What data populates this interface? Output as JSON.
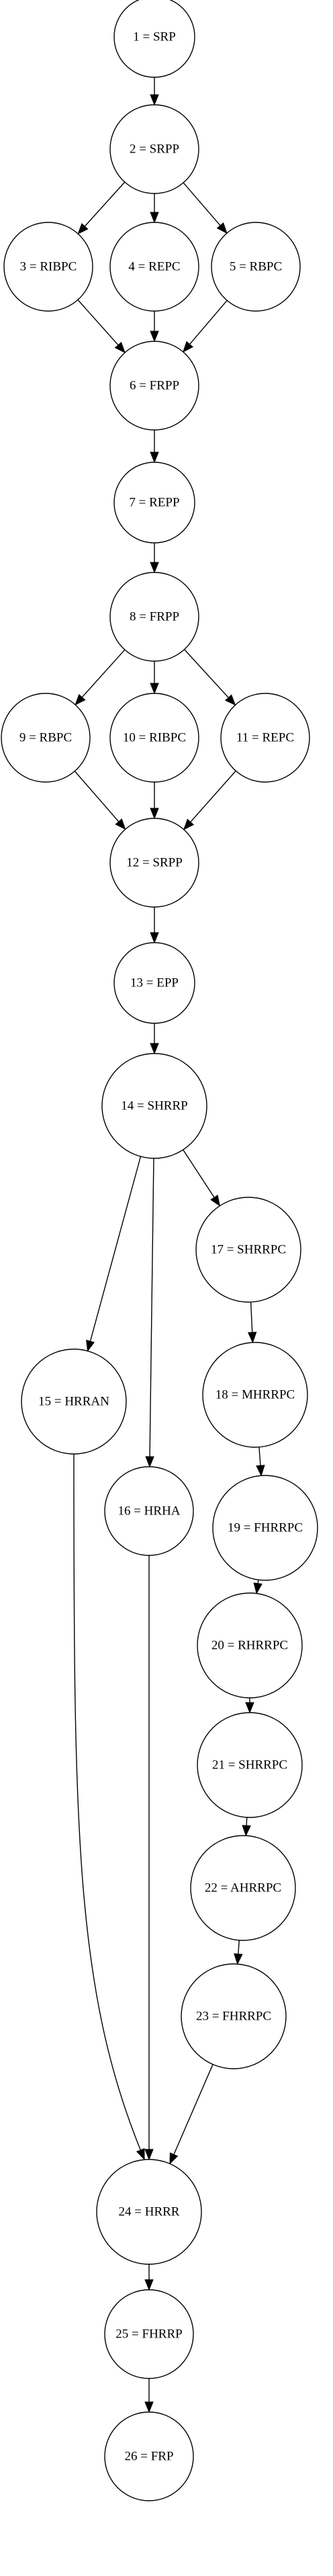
{
  "diagram": {
    "nodes": [
      {
        "id": "n1",
        "label": "1 = SRP"
      },
      {
        "id": "n2",
        "label": "2 = SRPP"
      },
      {
        "id": "n3",
        "label": "3 = RIBPC"
      },
      {
        "id": "n4",
        "label": "4 = REPC"
      },
      {
        "id": "n5",
        "label": "5 = RBPC"
      },
      {
        "id": "n6",
        "label": "6 = FRPP"
      },
      {
        "id": "n7",
        "label": "7 = REPP"
      },
      {
        "id": "n8",
        "label": "8 = FRPP"
      },
      {
        "id": "n9",
        "label": "9 = RBPC"
      },
      {
        "id": "n10",
        "label": "10 = RIBPC"
      },
      {
        "id": "n11",
        "label": "11 = REPC"
      },
      {
        "id": "n12",
        "label": "12 = SRPP"
      },
      {
        "id": "n13",
        "label": "13 = EPP"
      },
      {
        "id": "n14",
        "label": "14 = SHRRP"
      },
      {
        "id": "n15",
        "label": "15 = HRRAN"
      },
      {
        "id": "n16",
        "label": "16 = HRHA"
      },
      {
        "id": "n17",
        "label": "17 = SHRRPC"
      },
      {
        "id": "n18",
        "label": "18 = MHRRPC"
      },
      {
        "id": "n19",
        "label": "19 = FHRRPC"
      },
      {
        "id": "n20",
        "label": "20 = RHRRPC"
      },
      {
        "id": "n21",
        "label": "21 = SHRRPC"
      },
      {
        "id": "n22",
        "label": "22 = AHRRPC"
      },
      {
        "id": "n23",
        "label": "23 = FHRRPC"
      },
      {
        "id": "n24",
        "label": "24 = HRRR"
      },
      {
        "id": "n25",
        "label": "25 = FHRRP"
      },
      {
        "id": "n26",
        "label": "26 = FRP"
      }
    ],
    "edges": [
      {
        "from": "n1",
        "to": "n2"
      },
      {
        "from": "n2",
        "to": "n3"
      },
      {
        "from": "n2",
        "to": "n4"
      },
      {
        "from": "n2",
        "to": "n5"
      },
      {
        "from": "n3",
        "to": "n6"
      },
      {
        "from": "n4",
        "to": "n6"
      },
      {
        "from": "n5",
        "to": "n6"
      },
      {
        "from": "n6",
        "to": "n7"
      },
      {
        "from": "n7",
        "to": "n8"
      },
      {
        "from": "n8",
        "to": "n9"
      },
      {
        "from": "n8",
        "to": "n10"
      },
      {
        "from": "n8",
        "to": "n11"
      },
      {
        "from": "n9",
        "to": "n12"
      },
      {
        "from": "n10",
        "to": "n12"
      },
      {
        "from": "n11",
        "to": "n12"
      },
      {
        "from": "n12",
        "to": "n13"
      },
      {
        "from": "n13",
        "to": "n14"
      },
      {
        "from": "n14",
        "to": "n15"
      },
      {
        "from": "n14",
        "to": "n16"
      },
      {
        "from": "n14",
        "to": "n17"
      },
      {
        "from": "n17",
        "to": "n18"
      },
      {
        "from": "n18",
        "to": "n19"
      },
      {
        "from": "n19",
        "to": "n20"
      },
      {
        "from": "n20",
        "to": "n21"
      },
      {
        "from": "n21",
        "to": "n22"
      },
      {
        "from": "n22",
        "to": "n23"
      },
      {
        "from": "n15",
        "to": "n24"
      },
      {
        "from": "n16",
        "to": "n24"
      },
      {
        "from": "n23",
        "to": "n24"
      },
      {
        "from": "n24",
        "to": "n25"
      },
      {
        "from": "n25",
        "to": "n26"
      }
    ]
  }
}
